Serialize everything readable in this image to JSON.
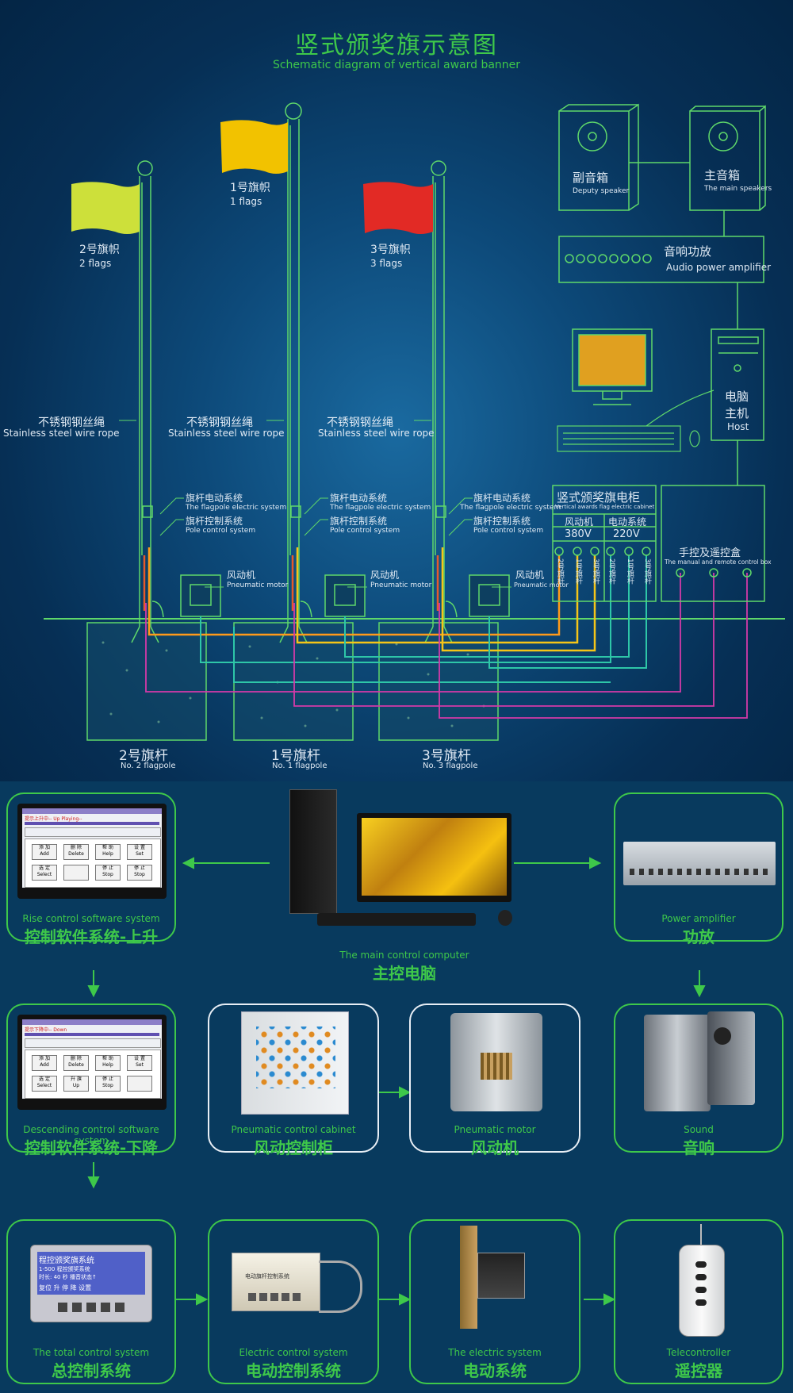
{
  "header": {
    "title_cn": "竖式颁奖旗示意图",
    "title_en": "Schematic diagram of vertical award banner"
  },
  "flags": [
    {
      "cn": "1号旗帜",
      "en": "1 flags",
      "color": "#f2c200"
    },
    {
      "cn": "2号旗帜",
      "en": "2 flags",
      "color": "#cde03a"
    },
    {
      "cn": "3号旗帜",
      "en": "3 flags",
      "color": "#e22a25"
    }
  ],
  "rope": {
    "cn": "不锈钢钢丝绳",
    "en": "Stainless steel wire rope"
  },
  "pole_electric": {
    "cn": "旗杆电动系统",
    "en": "The flagpole electric system"
  },
  "pole_control": {
    "cn": "旗杆控制系统",
    "en": "Pole control system"
  },
  "pneumatic": {
    "cn": "风动机",
    "en": "Pneumatic motor"
  },
  "flagpoles": [
    {
      "cn": "2号旗杆",
      "en": "No. 2 flagpole"
    },
    {
      "cn": "1号旗杆",
      "en": "No. 1 flagpole"
    },
    {
      "cn": "3号旗杆",
      "en": "No. 3 flagpole"
    }
  ],
  "speakers": {
    "deputy_cn": "副音箱",
    "deputy_en": "Deputy speaker",
    "main_cn": "主音箱",
    "main_en": "The main speakers"
  },
  "amplifier": {
    "cn": "音响功放",
    "en": "Audio power amplifier"
  },
  "host": {
    "cn1": "电脑",
    "cn2": "主机",
    "en": "Host"
  },
  "cabinet": {
    "cn": "竖式颁奖旗电柜",
    "en": "Vertical awards flag electric cabinet",
    "col1": "风动机",
    "col2": "电动系统",
    "v1": "380V",
    "v2": "220V",
    "terminals": [
      "2号旗杆",
      "1号旗杆",
      "3号旗杆",
      "2号旗杆",
      "1号旗杆",
      "3号旗杆"
    ]
  },
  "remote_box": {
    "cn": "手控及遥控盒",
    "en": "The manual and remote control box"
  },
  "screen": {
    "rise_status": "提示上升中--  Up Playing--",
    "down_status": "提示下降中--  Down",
    "buttons_rise": [
      [
        "添 加",
        "Add"
      ],
      [
        "删 除",
        "Delete"
      ],
      [
        "帮 助",
        "Help"
      ],
      [
        "设 置",
        "Set"
      ],
      [
        "选 定",
        "Select"
      ],
      [
        "",
        ""
      ],
      [
        "停 止",
        "Stop"
      ],
      [
        "停 止",
        "Stop"
      ]
    ],
    "buttons_down": [
      [
        "添 加",
        "Add"
      ],
      [
        "删 除",
        "Delete"
      ],
      [
        "帮 助",
        "Help"
      ],
      [
        "设 置",
        "Set"
      ],
      [
        "选 定",
        "Select"
      ],
      [
        "升 旗",
        "Up"
      ],
      [
        "停 止",
        "Stop"
      ],
      [
        "",
        ""
      ]
    ]
  },
  "panel": {
    "title": "程控颁奖旗系统",
    "line1": "1-500 程控颁奖系统",
    "line2": "时长: 40 秒   播音状态↑",
    "menu": "复位  升  停  降  设置"
  },
  "electric_box_label": "电动旗杆控制系统",
  "products": [
    {
      "en": "Rise control software system",
      "cn": "控制软件系统-上升"
    },
    {
      "en": "The main control computer",
      "cn": "主控电脑"
    },
    {
      "en": "Power amplifier",
      "cn": "功放"
    },
    {
      "en": "Descending control software system",
      "cn": "控制软件系统-下降"
    },
    {
      "en": "Pneumatic control cabinet",
      "cn": "风动控制柜"
    },
    {
      "en": "Pneumatic motor",
      "cn": "风动机"
    },
    {
      "en": "Sound",
      "cn": "音响"
    },
    {
      "en": "The total control system",
      "cn": "总控制系统"
    },
    {
      "en": "Electric control system",
      "cn": "电动控制系统"
    },
    {
      "en": "The electric system",
      "cn": "电动系统"
    },
    {
      "en": "Telecontroller",
      "cn": "遥控器"
    }
  ],
  "colors": {
    "green": "#3ec84a",
    "line": "#5fd86a",
    "orange": "#ff9a1a",
    "yellow": "#f5c518",
    "teal": "#2ec6a8",
    "magenta": "#d43aa8"
  }
}
